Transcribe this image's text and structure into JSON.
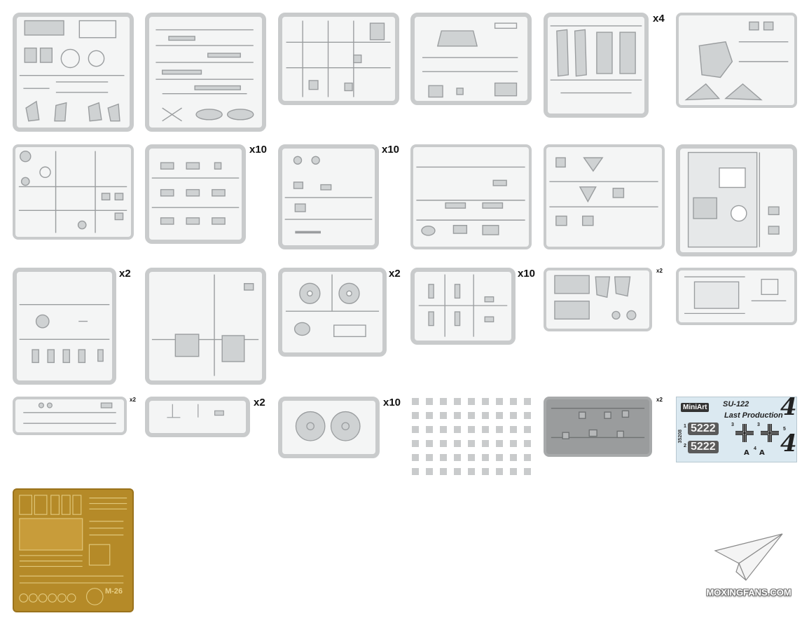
{
  "sheet": {
    "background": "#ffffff",
    "sprue_color": "#c9cbcc",
    "etch_color": "#b58a28",
    "clear_sprue_color": "#9a9c9d",
    "decal_color": "#dbe9f1"
  },
  "sprues": [
    {
      "id": "row1-a",
      "multiplier": ""
    },
    {
      "id": "row1-b",
      "multiplier": ""
    },
    {
      "id": "row1-c",
      "multiplier": ""
    },
    {
      "id": "row1-d",
      "multiplier": ""
    },
    {
      "id": "row1-e",
      "multiplier": "x4"
    },
    {
      "id": "row1-f",
      "multiplier": ""
    },
    {
      "id": "row2-a",
      "multiplier": ""
    },
    {
      "id": "row2-b",
      "multiplier": "x10"
    },
    {
      "id": "row2-c",
      "multiplier": "x10"
    },
    {
      "id": "row2-d",
      "multiplier": ""
    },
    {
      "id": "row2-e",
      "multiplier": ""
    },
    {
      "id": "row2-f",
      "multiplier": ""
    },
    {
      "id": "row3-a",
      "multiplier": "x2"
    },
    {
      "id": "row3-b",
      "multiplier": ""
    },
    {
      "id": "row3-c",
      "multiplier": "x2"
    },
    {
      "id": "row3-d",
      "multiplier": "x10"
    },
    {
      "id": "row3-e",
      "multiplier": "x2"
    },
    {
      "id": "row3-f",
      "multiplier": ""
    },
    {
      "id": "row4-a",
      "multiplier": "x2"
    },
    {
      "id": "row4-b",
      "multiplier": "x2"
    },
    {
      "id": "row4-c",
      "multiplier": "x10"
    },
    {
      "id": "row4-e",
      "multiplier": "x2"
    }
  ],
  "decal_sheet": {
    "brand": "MiniArt",
    "code": "35208",
    "title_line1": "SU-122",
    "title_line2": "Last  Production",
    "plate_1": "5222",
    "plate_2": "5222",
    "index_1": "1",
    "index_2": "2",
    "index_3a": "3",
    "index_3b": "3",
    "index_4": "4",
    "index_5": "5",
    "big_number_top": "4",
    "big_number_bottom": "4",
    "tri_a": "A",
    "tri_b": "A"
  },
  "photo_etch": {
    "label": "M-26"
  },
  "watermark": {
    "text": "MOXINGFANS.COM",
    "icon": "paper-plane-icon"
  }
}
